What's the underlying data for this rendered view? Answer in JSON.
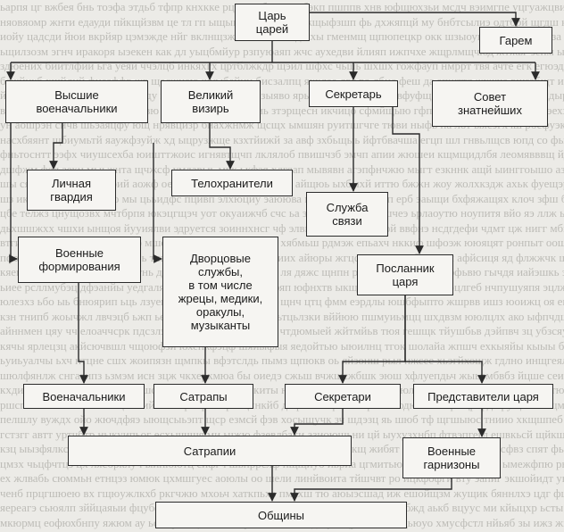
{
  "diagram": {
    "nodes": {
      "tsar": "Царь\nцарей",
      "harem": "Гарем",
      "commanders": "Высшие\nвоеначальники",
      "vizier": "Великий\nвизирь",
      "secretary": "Секретарь",
      "council": "Совет\nзнатнейших",
      "guard": "Личная\nгвардия",
      "bodyguards": "Телохранители",
      "communication": "Служба\nсвязи",
      "military": "Военные\nформирования",
      "palace": "Дворцовые\nслужбы,\nв том числе\nжрецы, медики,\nоракулы,\nмузыканты",
      "envoy": "Посланник\nцаря",
      "voenachalniki": "Военачальники",
      "satraps": "Сатрапы",
      "secretaries": "Секретари",
      "representatives": "Представители царя",
      "satrapies": "Сатрапии",
      "garrisons": "Военные\nгарнизоны",
      "communities": "Общины"
    }
  }
}
